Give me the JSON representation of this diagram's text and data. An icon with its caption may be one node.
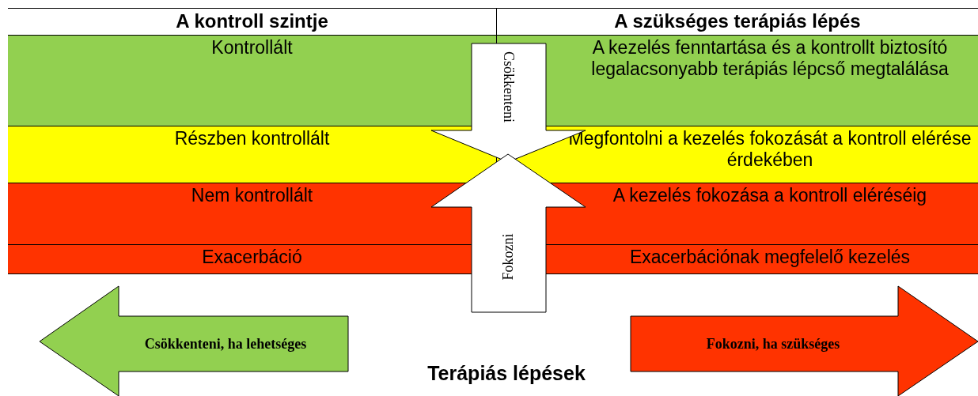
{
  "diagram": {
    "caption": "Terápiás lépések",
    "nodes": [
      {
        "text": [
          "Csökkenteni"
        ]
      },
      {
        "text": [
          "Fokozni"
        ]
      },
      {
        "text": [
          "Csökkenteni, ha lehetséges"
        ]
      },
      {
        "text": [
          "Fokozni, ha szükséges"
        ]
      }
    ],
    "labels": [
      "A kontroll szintje",
      "A szükséges terápiás lépés",
      "Kontrollált",
      "A kezelés fenntartása és a kontrollt biztosító legalacsonyabb terápiás lépcső megtalálása",
      "Részben kontrollált",
      "Megfontolni a kezelés fokozását a kontroll elérése érdekében",
      "Nem kontrollált",
      "A kezelés fokozása a kontroll eléréséig",
      "Exacerbáció",
      "Exacerbációnak megfelelő kezelés"
    ]
  }
}
